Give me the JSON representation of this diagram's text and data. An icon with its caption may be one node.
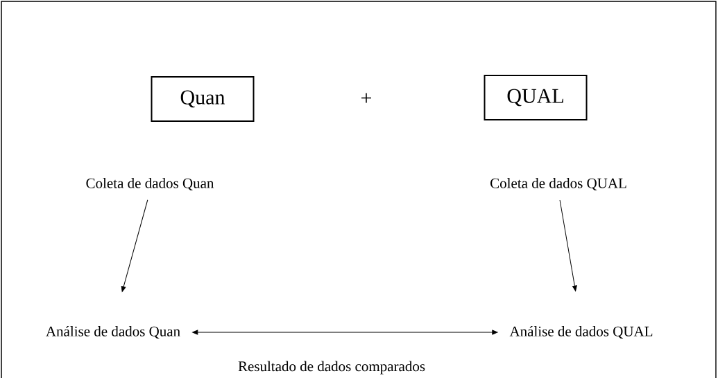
{
  "diagram": {
    "nodes": [
      {
        "text": [
          "Quan"
        ]
      },
      {
        "text": [
          "QUAL"
        ]
      },
      {
        "text": [
          "Coleta de dados Quan"
        ]
      },
      {
        "text": [
          "Coleta de dados QUAL"
        ]
      },
      {
        "text": [
          "Análise de dados Quan"
        ]
      },
      {
        "text": [
          "Análise de dados QUAL"
        ]
      }
    ],
    "edges": [
      {
        "from": 2,
        "to": 4,
        "arrow": "to"
      },
      {
        "from": 3,
        "to": 5,
        "arrow": "to"
      },
      {
        "from": 4,
        "to": 5,
        "arrow": "both"
      }
    ],
    "labels": [
      "+",
      "Resultado de dados comparados"
    ]
  }
}
